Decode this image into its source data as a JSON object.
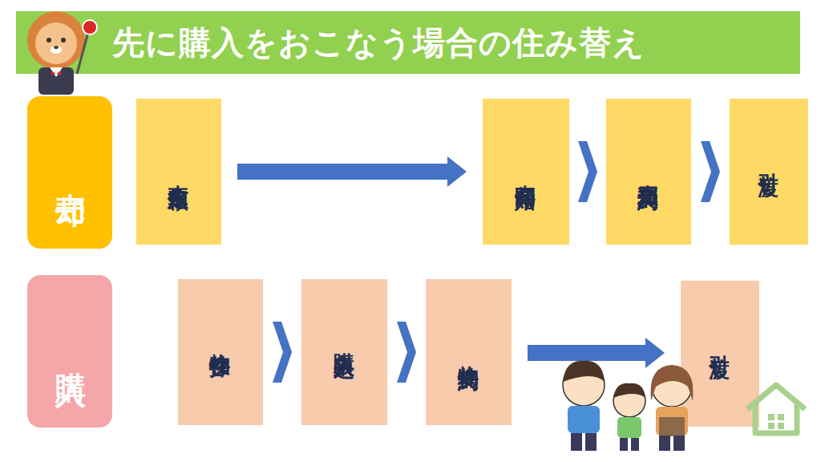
{
  "diagram": {
    "title": "先に購入をおこなう場合の住み替え",
    "nodes": [
      {
        "text": [
          "売却"
        ]
      },
      {
        "text": [
          "査定依頼"
        ]
      },
      {
        "text": [
          "売却開始"
        ]
      },
      {
        "text": [
          "売買契約"
        ]
      },
      {
        "text": [
          "引渡し"
        ]
      },
      {
        "text": [
          "購入"
        ]
      },
      {
        "text": [
          "物件探し"
        ]
      },
      {
        "text": [
          "購入申込み"
        ]
      },
      {
        "text": [
          "物件契約"
        ]
      },
      {
        "text": [
          "引渡し"
        ]
      }
    ],
    "edges": [
      {
        "from": 1,
        "to": 2,
        "arrow": "to"
      },
      {
        "from": 2,
        "to": 3,
        "arrow": "to"
      },
      {
        "from": 3,
        "to": 4,
        "arrow": "to"
      },
      {
        "from": 6,
        "to": 7,
        "arrow": "to"
      },
      {
        "from": 7,
        "to": 8,
        "arrow": "to"
      },
      {
        "from": 8,
        "to": 9,
        "arrow": "to"
      }
    ]
  }
}
